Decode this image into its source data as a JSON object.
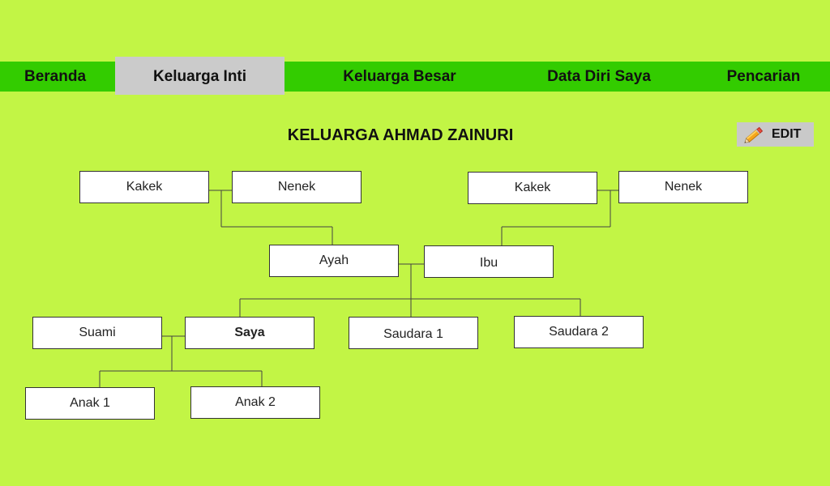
{
  "nav": {
    "items": [
      {
        "label": "Beranda"
      },
      {
        "label": "Keluarga Inti",
        "active": true
      },
      {
        "label": "Keluarga Besar"
      },
      {
        "label": "Data Diri Saya"
      },
      {
        "label": "Pencarian"
      }
    ]
  },
  "page": {
    "title": "KELUARGA AHMAD ZAINURI",
    "edit_label": "EDIT",
    "edit_icon": "pencil-icon"
  },
  "tree": {
    "paternal_grandfather": "Kakek",
    "paternal_grandmother": "Nenek",
    "maternal_grandfather": "Kakek",
    "maternal_grandmother": "Nenek",
    "father": "Ayah",
    "mother": "Ibu",
    "spouse": "Suami",
    "self": "Saya",
    "sibling_1": "Saudara 1",
    "sibling_2": "Saudara 2",
    "child_1": "Anak 1",
    "child_2": "Anak 2"
  },
  "colors": {
    "background": "#c2f545",
    "navbar": "#33cc00",
    "active_tab": "#cbcbcb",
    "edit_button": "#c9c9c9"
  }
}
